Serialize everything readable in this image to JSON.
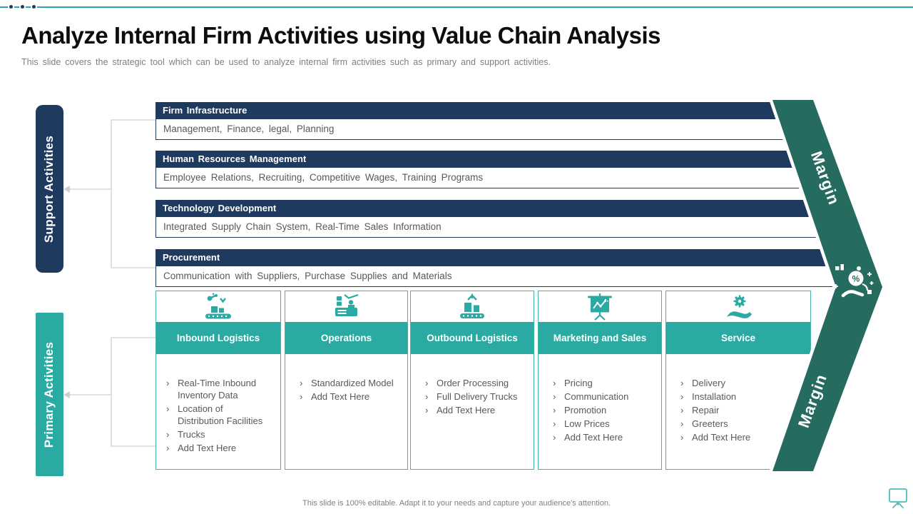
{
  "slide": {
    "title": "Analyze Internal Firm Activities using Value Chain Analysis",
    "subtitle": "This slide covers the strategic tool which can be used to analyze internal firm activities such as primary and support activities.",
    "footer": "This slide is 100% editable.  Adapt it to your needs and capture your audience's attention."
  },
  "side_labels": {
    "support": "Support Activities",
    "primary": "Primary Activities"
  },
  "support_rows": [
    {
      "header": "Firm Infrastructure",
      "body": "Management,  Finance,  legal,  Planning"
    },
    {
      "header": "Human Resources Management",
      "body": "Employee  Relations,  Recruiting,  Competitive  Wages,  Training  Programs"
    },
    {
      "header": "Technology Development",
      "body": "Integrated  Supply  Chain  System,  Real-Time  Sales  Information"
    },
    {
      "header": "Procurement",
      "body": "Communication  with  Suppliers,  Purchase  Supplies  and  Materials"
    }
  ],
  "primary_columns": [
    {
      "title": "Inbound Logistics",
      "icon": "conveyor-robot-arm-icon",
      "items": [
        "Real-Time Inbound Inventory Data",
        "Location of Distribution Facilities",
        "Trucks",
        "Add Text Here"
      ]
    },
    {
      "title": "Operations",
      "icon": "assembly-machine-icon",
      "items": [
        "Standardized Model",
        "Add Text Here"
      ]
    },
    {
      "title": "Outbound Logistics",
      "icon": "conveyor-crane-icon",
      "items": [
        "Order Processing",
        "Full Delivery Trucks",
        "Add Text Here"
      ]
    },
    {
      "title": "Marketing and Sales",
      "icon": "chart-presentation-icon",
      "items": [
        "Pricing",
        "Communication",
        "Promotion",
        "Low Prices",
        "Add Text Here"
      ]
    },
    {
      "title": "Service",
      "icon": "hand-gear-icon",
      "items": [
        "Delivery",
        "Installation",
        "Repair",
        "Greeters",
        "Add Text Here"
      ]
    }
  ],
  "margin_arrow": {
    "label_top": "Margin",
    "label_bottom": "Margin",
    "icon": "hand-percent-coin-icon",
    "percent_glyph": "%"
  },
  "colors": {
    "navy": "#1E3A5F",
    "teal": "#2BAAA3",
    "green": "#266B60",
    "gray_text": "#595959",
    "connector": "#CFCFCF"
  }
}
